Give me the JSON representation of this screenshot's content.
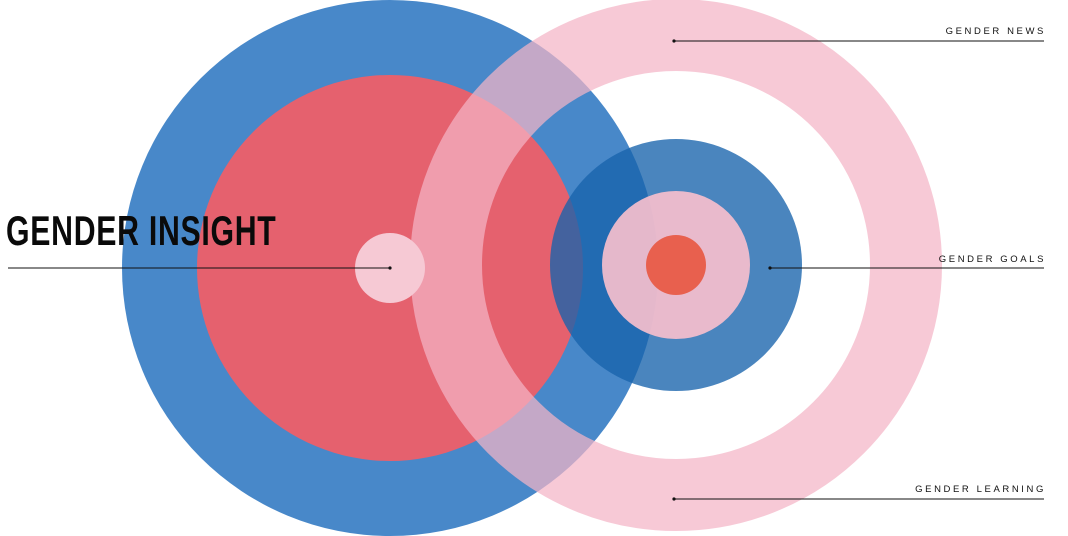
{
  "title": "GENDER INSIGHT",
  "labels": {
    "news": "GENDER NEWS",
    "goals": "GENDER GOALS",
    "learning": "GENDER LEARNING"
  },
  "colors": {
    "blue": "#2f78c2",
    "red": "#ee5f69",
    "pink": "#f6bfcd",
    "dark_blue": "#1763ac",
    "core_red": "#e8604e"
  }
}
